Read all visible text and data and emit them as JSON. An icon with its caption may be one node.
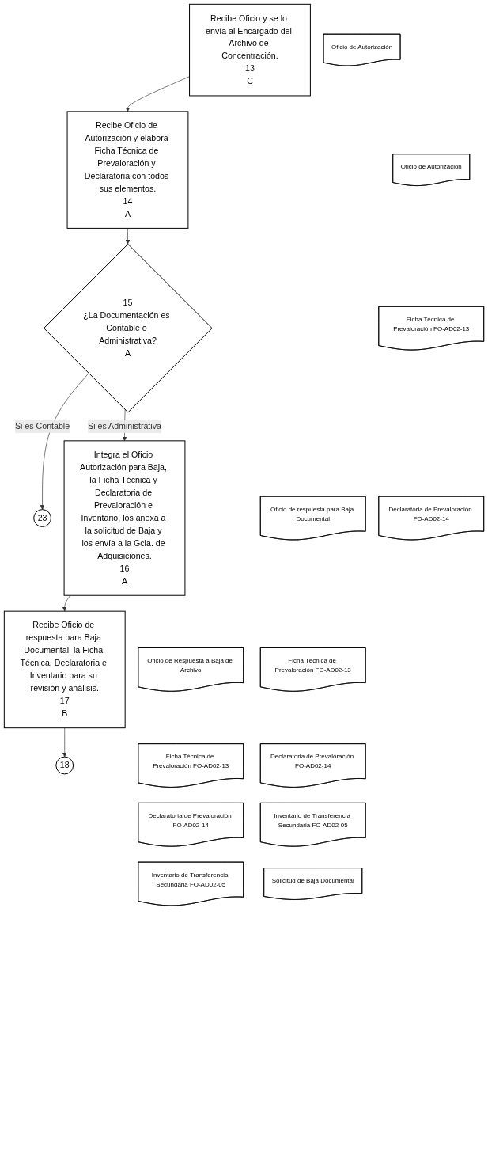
{
  "diagram": {
    "nodes": [
      {
        "text": [
          "Recibe Oficio y se lo envía al Encargado del Archivo de Concentración.",
          "13",
          "C"
        ]
      },
      {
        "text": [
          "Oficio de Autorización"
        ]
      },
      {
        "text": [
          "Recibe Oficio de Autorización y elabora Ficha Técnica de Prevaloración y Declaratoria con todos sus elementos.",
          "14",
          "A"
        ]
      },
      {
        "text": [
          "Oficio de Autorización"
        ]
      },
      {
        "text": [
          "Ficha Técnica de Prevaloración FO-AD02-13"
        ]
      },
      {
        "text": [
          "Declaratoria de Prevaloración FO-AD02-14"
        ]
      },
      {
        "text": [
          "15",
          "¿La Documentación es Contable o Administrativa?",
          "A"
        ]
      },
      {
        "text": [
          "23"
        ]
      },
      {
        "text": [
          "Integra el Oficio Autorización para Baja, la Ficha Técnica y Declaratoria de Prevaloración e Inventario, los anexa a la solicitud de Baja y los envía a la Gcia. de Adquisiciones.",
          "16",
          "A"
        ]
      },
      {
        "text": [
          "Oficio de respuesta para Baja Documental"
        ]
      },
      {
        "text": [
          "Ficha Técnica de Prevaloración FO-AD02-13"
        ]
      },
      {
        "text": [
          "Declaratoria de Prevaloración FO-AD02-14"
        ]
      },
      {
        "text": [
          "Inventario de Transferencia Secundaria FO-AD02-05"
        ]
      },
      {
        "text": [
          "Solicitud de Baja Documental"
        ]
      },
      {
        "text": [
          "Recibe Oficio de respuesta para Baja Documental, la Ficha Técnica, Declaratoria e Inventario para su revisión y análisis.",
          "17",
          "B"
        ]
      },
      {
        "text": [
          "Oficio de Respuesta a Baja de Archivo"
        ]
      },
      {
        "text": [
          "Ficha Técnica de Prevaloración FO-AD02-13"
        ]
      },
      {
        "text": [
          "Declaratoria de Prevaloración FO-AD02-14"
        ]
      },
      {
        "text": [
          "Inventario de Transferencia Secundaria FO-AD02-05"
        ]
      },
      {
        "text": [
          "18"
        ]
      }
    ],
    "edges": [
      {
        "from": 0,
        "to": 2,
        "arrow": "to"
      },
      {
        "from": 2,
        "to": 6,
        "arrow": "to"
      },
      {
        "from": 6,
        "to": 7,
        "label": "Si es Contable",
        "arrow": "to"
      },
      {
        "from": 6,
        "to": 8,
        "label": "Si es Administrativa",
        "arrow": "to"
      },
      {
        "from": 8,
        "to": 14,
        "arrow": "to"
      },
      {
        "from": 14,
        "to": 19,
        "arrow": "to"
      }
    ]
  }
}
